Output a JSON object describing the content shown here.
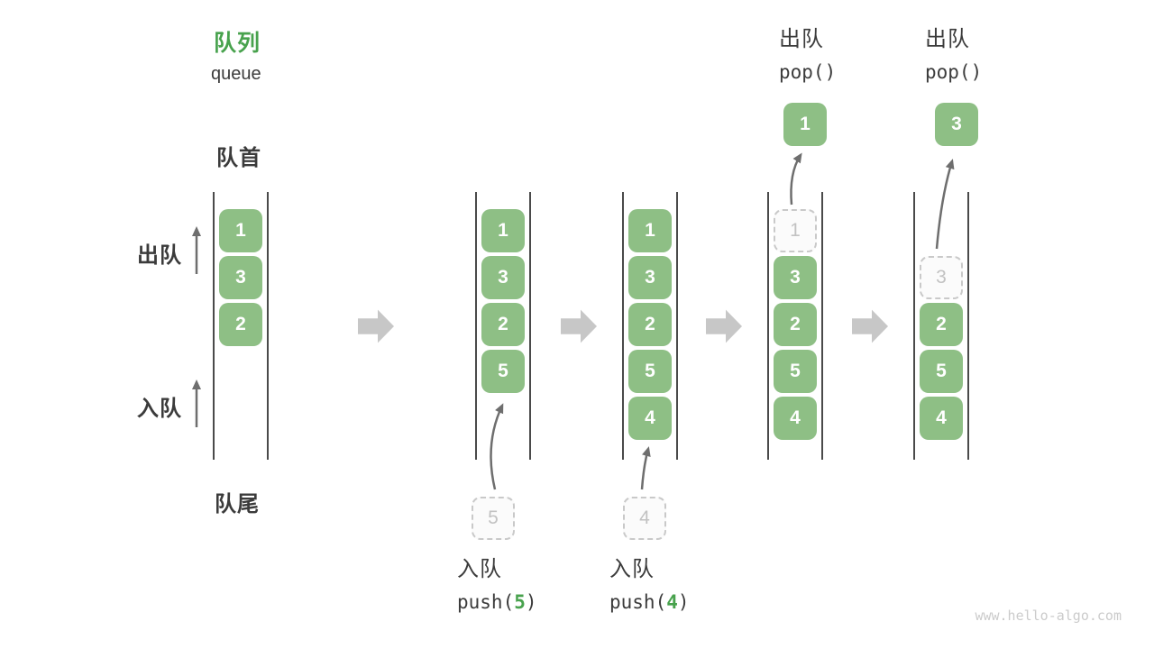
{
  "header": {
    "title_zh": "队列",
    "title_en": "queue"
  },
  "labels": {
    "front": "队首",
    "rear": "队尾",
    "dequeue": "出队",
    "enqueue": "入队"
  },
  "queues": {
    "q1": {
      "c0": "1",
      "c1": "3",
      "c2": "2"
    },
    "q2": {
      "c0": "1",
      "c1": "3",
      "c2": "2",
      "c3": "5",
      "pending": "5"
    },
    "q3": {
      "c0": "1",
      "c1": "3",
      "c2": "2",
      "c3": "5",
      "c4": "4",
      "pending": "4"
    },
    "q4": {
      "ghost": "1",
      "c1": "3",
      "c2": "2",
      "c3": "5",
      "c4": "4",
      "popped": "1"
    },
    "q5": {
      "ghost": "3",
      "c2": "2",
      "c3": "5",
      "c4": "4",
      "popped": "3"
    }
  },
  "operations": {
    "enqueue5": {
      "label": "入队",
      "code_open": "push(",
      "arg": "5",
      "code_close": ")"
    },
    "enqueue4": {
      "label": "入队",
      "code_open": "push(",
      "arg": "4",
      "code_close": ")"
    },
    "dequeue1": {
      "label": "出队",
      "code": "pop()"
    },
    "dequeue3": {
      "label": "出队",
      "code": "pop()"
    }
  },
  "watermark": "www.hello-algo.com",
  "colors": {
    "accent-green": "#48A24D",
    "box-green": "#8EBF85",
    "dark-text": "#3B3B3B",
    "lane-line": "#4A4A4A",
    "block-arrow": "#C7C7C7",
    "thin-arrow": "#6E6E6E",
    "ghost-border": "#C9C9C9",
    "ghost-text": "#C2C2C2",
    "ghost-bg": "#FBFBFB",
    "watermark": "#CBCBCB"
  }
}
